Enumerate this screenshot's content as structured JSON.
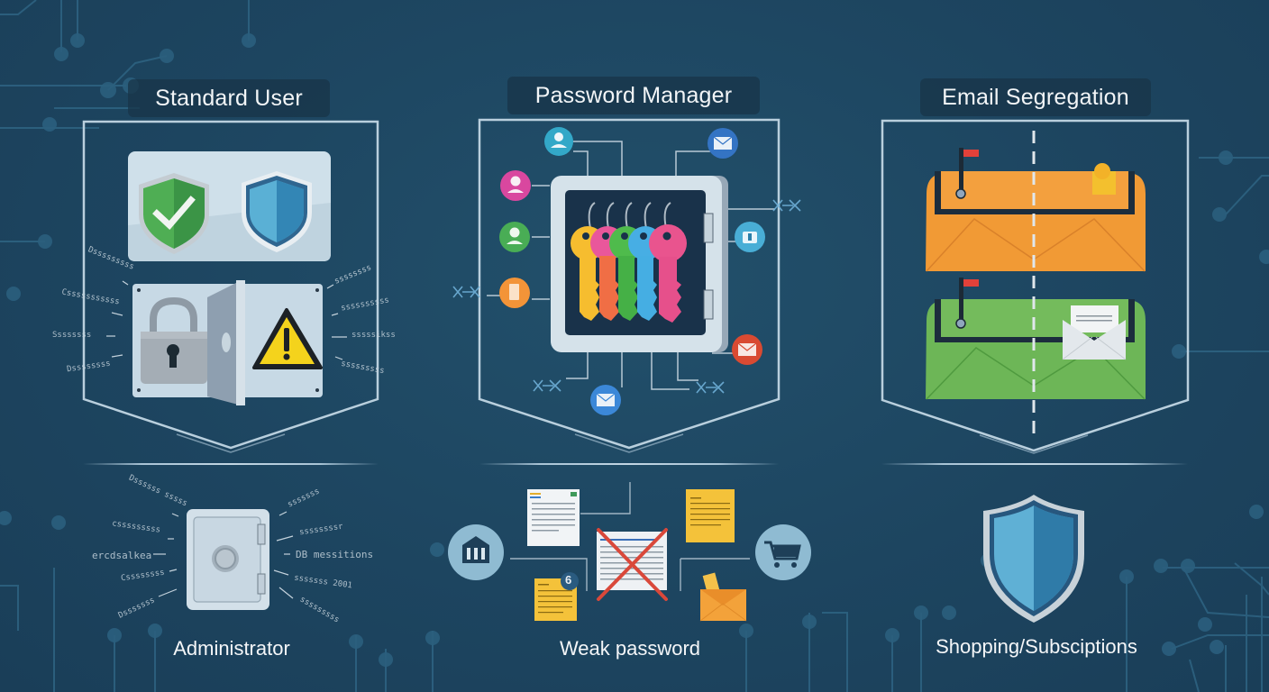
{
  "panels": [
    {
      "id": "standard-user",
      "title": "Standard User",
      "bottom_label": "Administrator",
      "side_labels_left": [
        "Dsssssssss",
        "Csssssssssss",
        "Ssssssss",
        "Dssssssss"
      ],
      "side_labels_right": [
        "ssssssss",
        "ssssssssss",
        "sssssikss",
        "sssssssss"
      ],
      "admin_labels_left": [
        "Dssssss sssss",
        "csssssssss",
        "ercdsalkea",
        "Cssssssss",
        "Dsssssss"
      ],
      "admin_labels_right": [
        "sssssss",
        "ssssssssr",
        "DB messitions",
        "sssssss 2001",
        "sssssssss"
      ]
    },
    {
      "id": "password-manager",
      "title": "Password Manager",
      "bottom_label": "Weak password",
      "key_colors": [
        "#f6bd2f",
        "#e94f98",
        "#4fbb4c",
        "#45aee3",
        "#e9548e"
      ],
      "badge_number": "6"
    },
    {
      "id": "email-segregation",
      "title": "Email Segregation",
      "bottom_label": "Shopping/Subsciptions"
    }
  ],
  "colors": {
    "background": "#1f4762",
    "outline": "#b9cfdd",
    "shield_green": "#3f9f4a",
    "shield_blue": "#3b8fc0",
    "warning_yellow": "#f5d21c",
    "envelope_orange": "#f19a35",
    "envelope_green": "#6db657",
    "flag_red": "#e2413a",
    "cross_red": "#d9483a"
  }
}
